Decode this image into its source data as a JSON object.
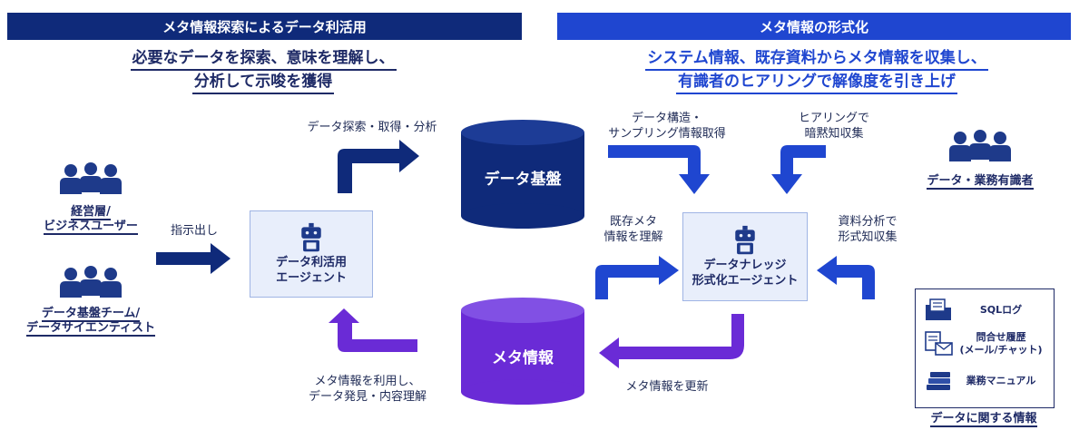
{
  "left_header": "メタ情報探索によるデータ利活用",
  "right_header": "メタ情報の形式化",
  "left_subtitle": [
    "必要なデータを探索、意味を理解し、",
    "分析して示唆を獲得"
  ],
  "right_subtitle": [
    "システム情報、既存資料からメタ情報を収集し、",
    "有識者のヒアリングで解像度を引き上げ"
  ],
  "persons": {
    "management": [
      "経営層/",
      "ビジネスユーザー"
    ],
    "data_team": [
      "データ基盤チーム/",
      "データサイエンティスト"
    ],
    "experts": "データ・業務有識者"
  },
  "labels": {
    "instruct": "指示出し",
    "explore": "データ探索・取得・分析",
    "use_meta": [
      "メタ情報を利用し、",
      "データ発見・内容理解"
    ],
    "data_struct": [
      "データ構造・",
      "サンプリング情報取得"
    ],
    "hearing": [
      "ヒアリングで",
      "暗黙知収集"
    ],
    "existing": [
      "既存メタ",
      "情報を理解"
    ],
    "doc_analysis": [
      "資料分析で",
      "形式知収集"
    ],
    "update_meta": "メタ情報を更新"
  },
  "agents": {
    "use_agent": [
      "データ利活用",
      "エージェント"
    ],
    "knowledge_agent": [
      "データナレッジ",
      "形式化エージェント"
    ]
  },
  "cylinders": {
    "data_platform": "データ基盤",
    "meta_info": "メタ情報"
  },
  "info_box": {
    "items": [
      "SQLログ",
      "問合せ履歴",
      "(メール/チャット)",
      "業務マニュアル"
    ],
    "caption": "データに関する情報"
  },
  "colors": {
    "navy": "#0f2a7a",
    "blue": "#1f46d0",
    "purple": "#6a2bd6",
    "person": "#1e3a8a"
  }
}
